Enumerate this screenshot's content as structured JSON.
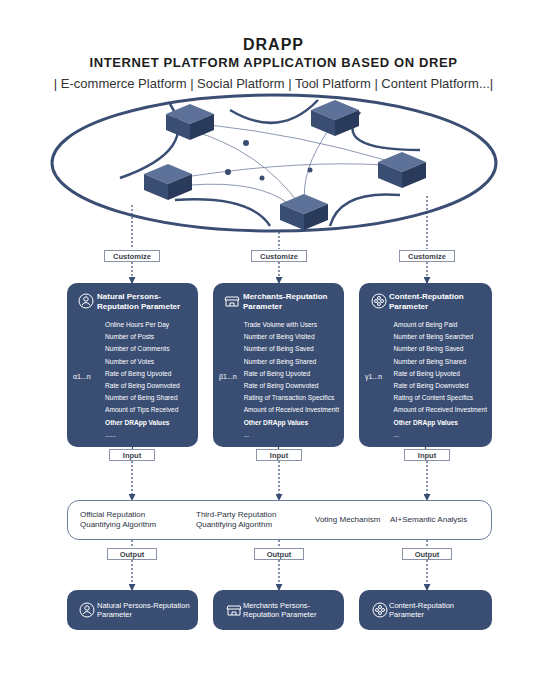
{
  "diagram": {
    "title": "DRAPP",
    "nodes": [
      {
        "text": [
          "Customize"
        ]
      },
      {
        "text": [
          "Customize"
        ]
      },
      {
        "text": [
          "Customize"
        ]
      },
      {
        "text": [
          "Natural Persons-Reputation Parameter",
          "α1...n",
          "Online Hours Per Day",
          "Number of Posts",
          "Number of Comments",
          "Number of Votes",
          "Rate of Being Upvoted",
          "Rate of Being Downvoted",
          "Number of Being Shared",
          "Amount of Tips Received",
          "Other DRApp Values",
          "......"
        ]
      },
      {
        "text": [
          "Merchants-Reputation Parameter",
          "β1...n",
          "Trade Volume with Users",
          "Number of Being Visited",
          "Number of Being Saved",
          "Number of Being Shared",
          "Rate of Being Upvoted",
          "Rate of Being Downvoted",
          "Rating of Transaction Specifics",
          "Amount of Received Investmentt",
          "Other DRApp Values",
          "..."
        ]
      },
      {
        "text": [
          "Content-Reputation Parameter",
          "γ1...n",
          "Amount of Being Paid",
          "Number of Being Searched",
          "Number of Being Saved",
          "Number of Being Shared",
          "Rate of Being Upvoted",
          "Rate of Being Downvoted",
          "Rating of Content Specifics",
          "Amount of Received Investment",
          "Other DRApp Values",
          "..."
        ]
      },
      {
        "text": [
          "Input"
        ]
      },
      {
        "text": [
          "Input"
        ]
      },
      {
        "text": [
          "Input"
        ]
      },
      {
        "text": [
          "Official Reputation Quantifying Algorithm",
          "Third-Party Reputation Quantifying Algorithm",
          "Voting Mechanism",
          "AI+Semantic Analysis"
        ]
      },
      {
        "text": [
          "Output"
        ]
      },
      {
        "text": [
          "Output"
        ]
      },
      {
        "text": [
          "Output"
        ]
      },
      {
        "text": [
          "Natural Persons-Reputation Parameter"
        ]
      },
      {
        "text": [
          "Merchants Persons-Reputation Parameter"
        ]
      },
      {
        "text": [
          "Content-Reputation Parameter"
        ]
      }
    ],
    "edges": [
      {
        "from": 0,
        "to": 3,
        "arrow": "to"
      },
      {
        "from": 1,
        "to": 4,
        "arrow": "to"
      },
      {
        "from": 2,
        "to": 5,
        "arrow": "to"
      },
      {
        "from": 3,
        "to": 6,
        "arrow": "none"
      },
      {
        "from": 4,
        "to": 7,
        "arrow": "none"
      },
      {
        "from": 5,
        "to": 8,
        "arrow": "none"
      },
      {
        "from": 6,
        "to": 9,
        "arrow": "to"
      },
      {
        "from": 7,
        "to": 9,
        "arrow": "to"
      },
      {
        "from": 8,
        "to": 9,
        "arrow": "to"
      },
      {
        "from": 9,
        "to": 10,
        "arrow": "none"
      },
      {
        "from": 9,
        "to": 11,
        "arrow": "none"
      },
      {
        "from": 9,
        "to": 12,
        "arrow": "none"
      },
      {
        "from": 10,
        "to": 13,
        "arrow": "to"
      },
      {
        "from": 11,
        "to": 14,
        "arrow": "to"
      },
      {
        "from": 12,
        "to": 15,
        "arrow": "to"
      }
    ],
    "labels": [
      "INTERNET PLATFORM APPLICATION BASED ON DREP",
      "| E-commerce Platform | Social Platform | Tool Platform | Content Platform...|"
    ]
  }
}
